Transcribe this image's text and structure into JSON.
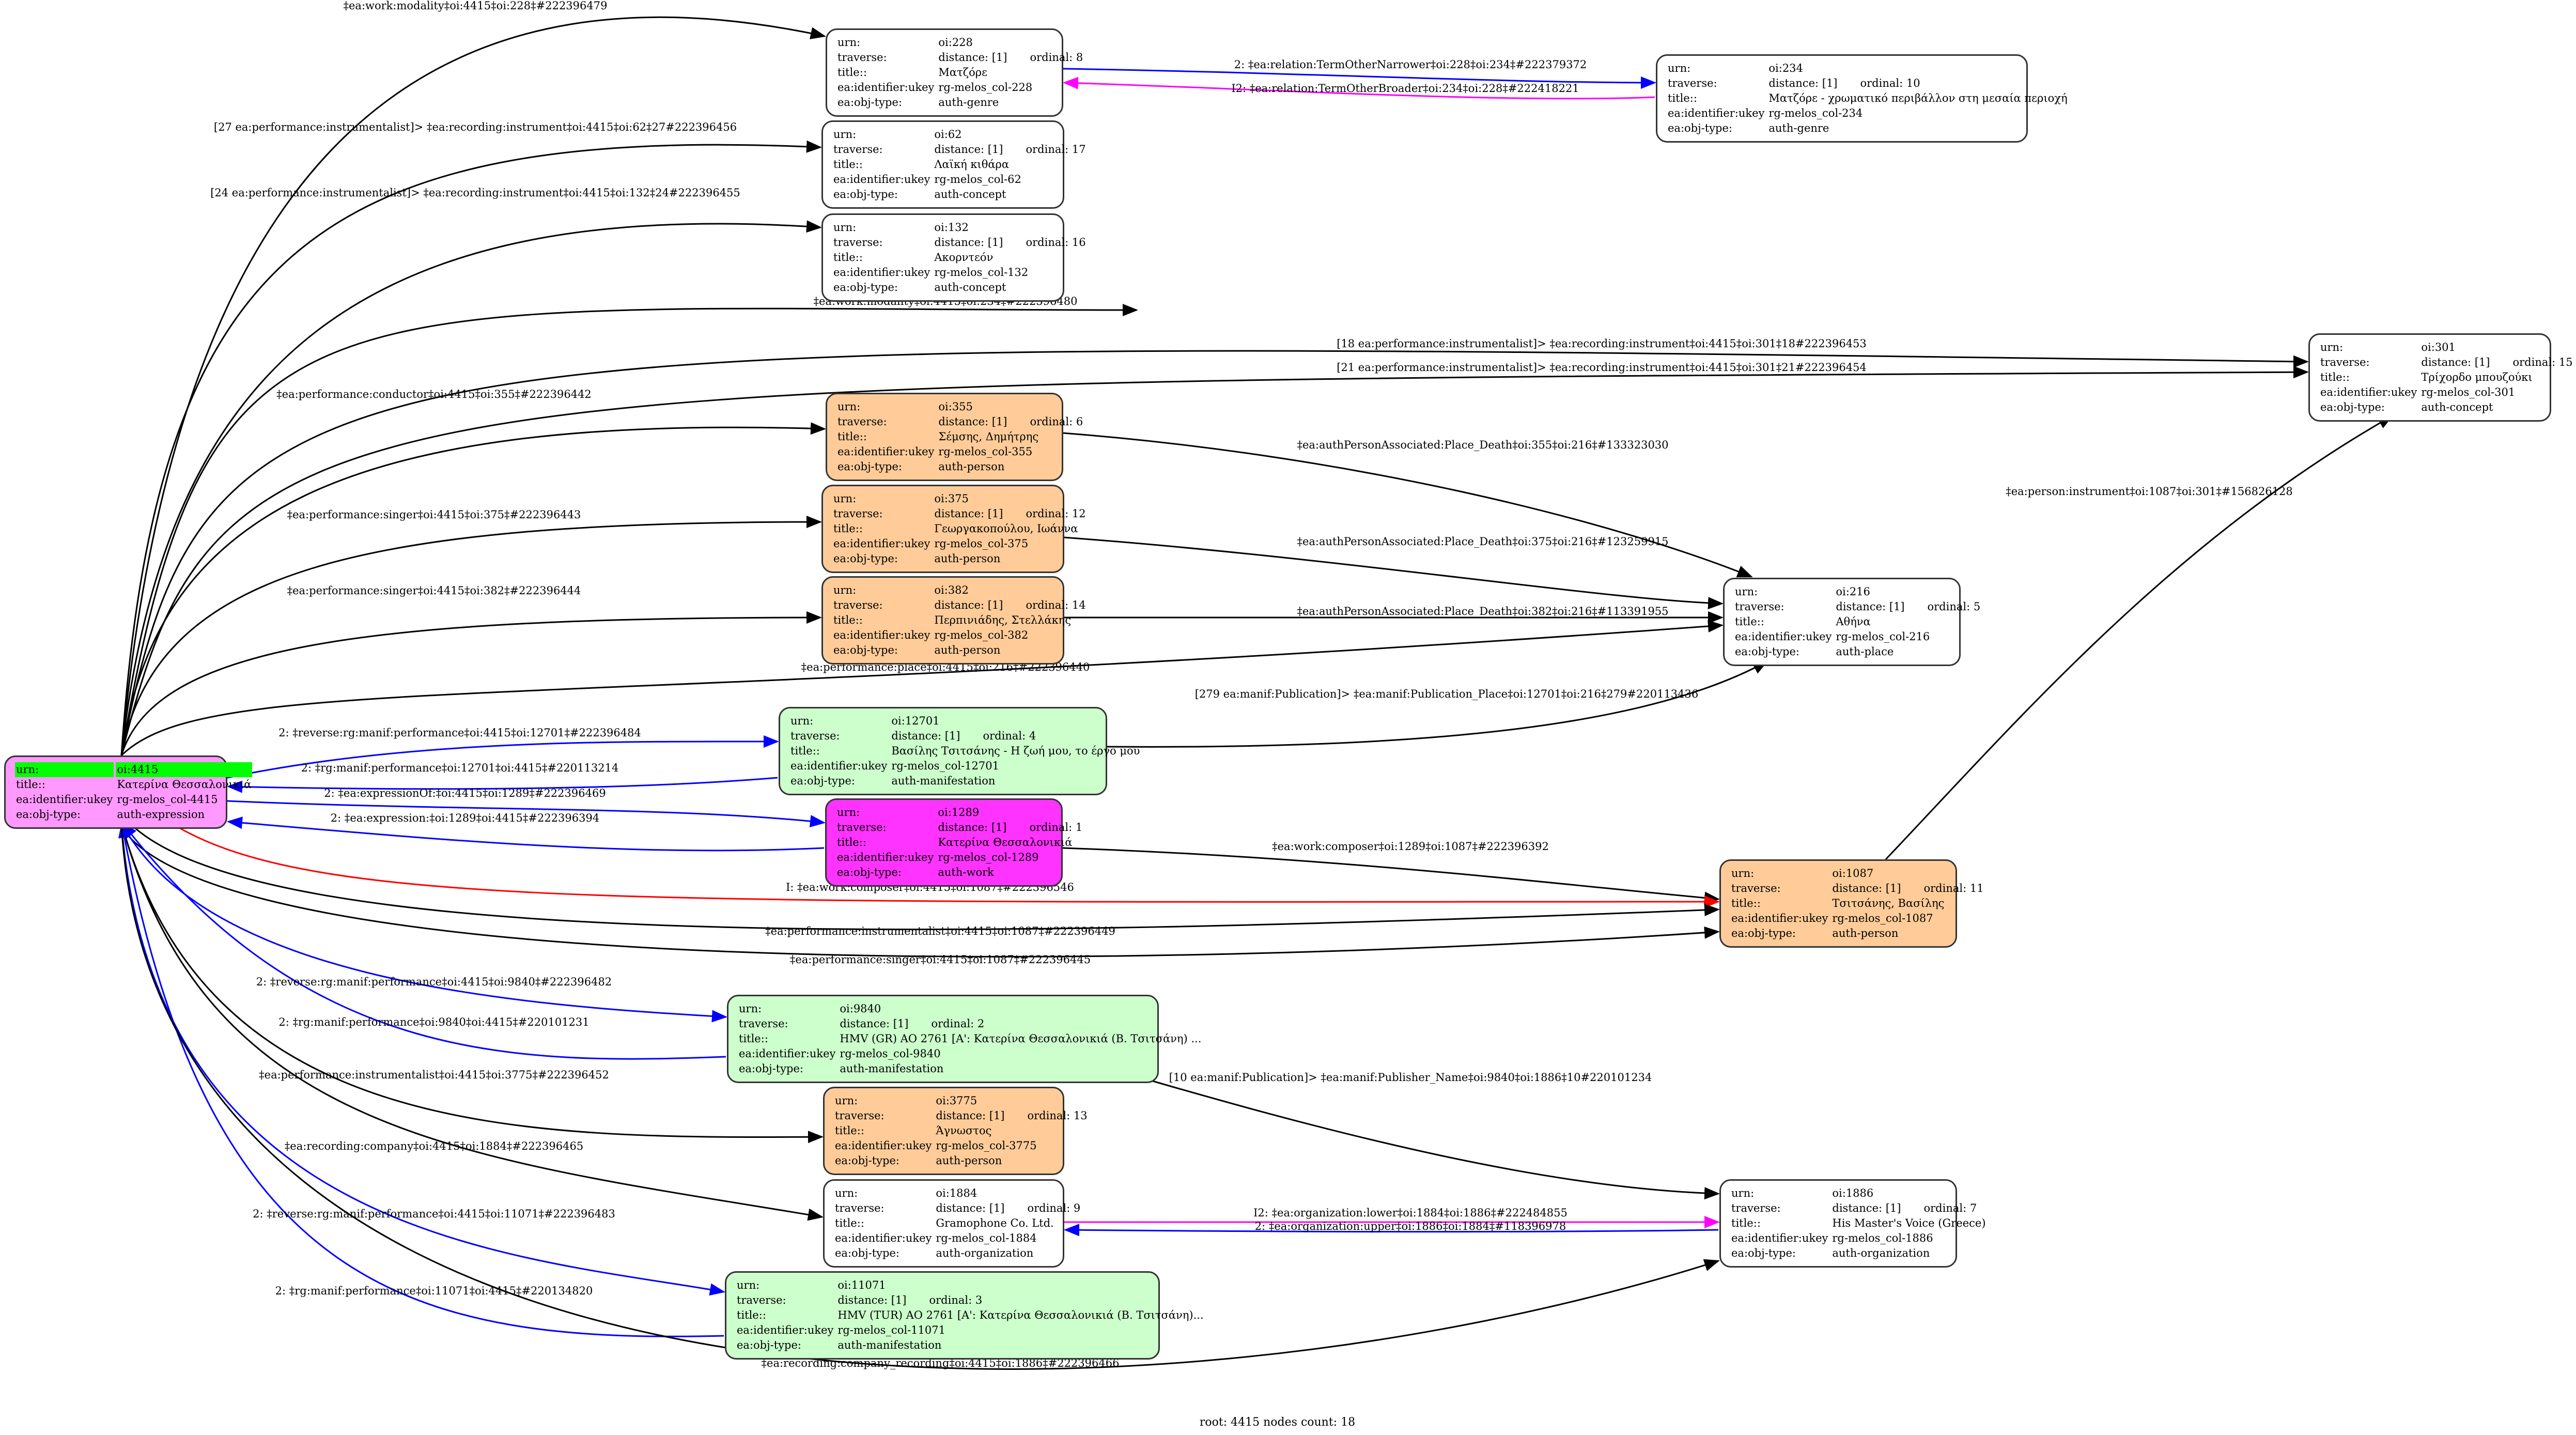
{
  "graph": {
    "footer": "root: 4415 nodes count: 18",
    "field_labels": {
      "urn": "urn:",
      "traverse": "traverse:",
      "title": "title::",
      "ukey": "ea:identifier:ukey",
      "objtype": "ea:obj-type:"
    },
    "colors": {
      "auth-person": "#ffcc99",
      "auth-manifestation": "#ccffcc",
      "auth-work": "#ff33ff",
      "auth-expression": "#ff99ff",
      "root-highlight": "#00ff00",
      "default": "#ffffff",
      "edge-black": "#000000",
      "edge-blue": "#0000ff",
      "edge-magenta": "#ff00ff",
      "edge-red": "#ff0000"
    },
    "nodes": [
      {
        "id": "4415",
        "urn": "oi:4415",
        "title": "Κατερίνα Θεσσαλονικιά",
        "ukey": "rg-melos_col-4415",
        "objtype": "auth-expression",
        "root": true
      },
      {
        "id": "228",
        "urn": "oi:228",
        "distance": "distance: [1]",
        "ordinal": "ordinal: 8",
        "title": "Ματζόρε",
        "ukey": "rg-melos_col-228",
        "objtype": "auth-genre"
      },
      {
        "id": "234",
        "urn": "oi:234",
        "distance": "distance: [1]",
        "ordinal": "ordinal: 10",
        "title": "Ματζόρε - χρωματικό περιβάλλον στη μεσαία περιοχή",
        "ukey": "rg-melos_col-234",
        "objtype": "auth-genre"
      },
      {
        "id": "62",
        "urn": "oi:62",
        "distance": "distance: [1]",
        "ordinal": "ordinal: 17",
        "title": "Λαϊκή κιθάρα",
        "ukey": "rg-melos_col-62",
        "objtype": "auth-concept"
      },
      {
        "id": "132",
        "urn": "oi:132",
        "distance": "distance: [1]",
        "ordinal": "ordinal: 16",
        "title": "Ακορντεόν",
        "ukey": "rg-melos_col-132",
        "objtype": "auth-concept"
      },
      {
        "id": "301",
        "urn": "oi:301",
        "distance": "distance: [1]",
        "ordinal": "ordinal: 15",
        "title": "Τρίχορδο μπουζούκι",
        "ukey": "rg-melos_col-301",
        "objtype": "auth-concept"
      },
      {
        "id": "355",
        "urn": "oi:355",
        "distance": "distance: [1]",
        "ordinal": "ordinal: 6",
        "title": "Σέμσης, Δημήτρης",
        "ukey": "rg-melos_col-355",
        "objtype": "auth-person"
      },
      {
        "id": "375",
        "urn": "oi:375",
        "distance": "distance: [1]",
        "ordinal": "ordinal: 12",
        "title": "Γεωργακοπούλου, Ιωάννα",
        "ukey": "rg-melos_col-375",
        "objtype": "auth-person"
      },
      {
        "id": "382",
        "urn": "oi:382",
        "distance": "distance: [1]",
        "ordinal": "ordinal: 14",
        "title": "Περπινιάδης, Στελλάκης",
        "ukey": "rg-melos_col-382",
        "objtype": "auth-person"
      },
      {
        "id": "216",
        "urn": "oi:216",
        "distance": "distance: [1]",
        "ordinal": "ordinal: 5",
        "title": "Αθήνα",
        "ukey": "rg-melos_col-216",
        "objtype": "auth-place"
      },
      {
        "id": "12701",
        "urn": "oi:12701",
        "distance": "distance: [1]",
        "ordinal": "ordinal: 4",
        "title": "Βασίλης Τσιτσάνης - Η ζωή μου, το έργο μου",
        "ukey": "rg-melos_col-12701",
        "objtype": "auth-manifestation"
      },
      {
        "id": "1289",
        "urn": "oi:1289",
        "distance": "distance: [1]",
        "ordinal": "ordinal: 1",
        "title": "Κατερίνα Θεσσαλονικιά",
        "ukey": "rg-melos_col-1289",
        "objtype": "auth-work"
      },
      {
        "id": "1087",
        "urn": "oi:1087",
        "distance": "distance: [1]",
        "ordinal": "ordinal: 11",
        "title": "Τσιτσάνης, Βασίλης",
        "ukey": "rg-melos_col-1087",
        "objtype": "auth-person"
      },
      {
        "id": "9840",
        "urn": "oi:9840",
        "distance": "distance: [1]",
        "ordinal": "ordinal: 2",
        "title": "HMV (GR) AO 2761 [A': Κατερίνα Θεσσαλονικιά (Β. Τσιτσάνη) ...",
        "ukey": "rg-melos_col-9840",
        "objtype": "auth-manifestation"
      },
      {
        "id": "3775",
        "urn": "oi:3775",
        "distance": "distance: [1]",
        "ordinal": "ordinal: 13",
        "title": "Άγνωστος",
        "ukey": "rg-melos_col-3775",
        "objtype": "auth-person"
      },
      {
        "id": "1884",
        "urn": "oi:1884",
        "distance": "distance: [1]",
        "ordinal": "ordinal: 9",
        "title": "Gramophone Co. Ltd.",
        "ukey": "rg-melos_col-1884",
        "objtype": "auth-organization"
      },
      {
        "id": "11071",
        "urn": "oi:11071",
        "distance": "distance: [1]",
        "ordinal": "ordinal: 3",
        "title": "HMV (TUR) AO 2761 [A': Κατερίνα Θεσσαλονικιά (Β. Τσιτσάνη)...",
        "ukey": "rg-melos_col-11071",
        "objtype": "auth-manifestation"
      },
      {
        "id": "1886",
        "urn": "oi:1886",
        "distance": "distance: [1]",
        "ordinal": "ordinal: 7",
        "title": "His Master's Voice (Greece)",
        "ukey": "rg-melos_col-1886",
        "objtype": "auth-organization"
      }
    ],
    "edges": [
      {
        "from": "4415",
        "to": "228",
        "color": "edge-black",
        "label": "‡ea:work:modality‡oi:4415‡oi:228‡#222396479"
      },
      {
        "from": "228",
        "to": "234",
        "color": "edge-blue",
        "label": "2: ‡ea:relation:TermOtherNarrower‡oi:228‡oi:234‡#222379372"
      },
      {
        "from": "234",
        "to": "228",
        "color": "edge-magenta",
        "label": "I2: ‡ea:relation:TermOtherBroader‡oi:234‡oi:228‡#222418221"
      },
      {
        "from": "4415",
        "to": "62",
        "color": "edge-black",
        "label": "[27 ea:performance:instrumentalist]> ‡ea:recording:instrument‡oi:4415‡oi:62‡27#222396456"
      },
      {
        "from": "4415",
        "to": "132",
        "color": "edge-black",
        "label": "[24 ea:performance:instrumentalist]> ‡ea:recording:instrument‡oi:4415‡oi:132‡24#222396455"
      },
      {
        "from": "4415",
        "to": "234",
        "color": "edge-black",
        "label": "‡ea:work:modality‡oi:4415‡oi:234‡#222396480"
      },
      {
        "from": "4415",
        "to": "301",
        "color": "edge-black",
        "label": "[18 ea:performance:instrumentalist]> ‡ea:recording:instrument‡oi:4415‡oi:301‡18#222396453"
      },
      {
        "from": "4415",
        "to": "301",
        "color": "edge-black",
        "label": "[21 ea:performance:instrumentalist]> ‡ea:recording:instrument‡oi:4415‡oi:301‡21#222396454"
      },
      {
        "from": "4415",
        "to": "355",
        "color": "edge-black",
        "label": "‡ea:performance:conductor‡oi:4415‡oi:355‡#222396442"
      },
      {
        "from": "355",
        "to": "216",
        "color": "edge-black",
        "label": "‡ea:authPersonAssociated:Place_Death‡oi:355‡oi:216‡#133323030"
      },
      {
        "from": "4415",
        "to": "375",
        "color": "edge-black",
        "label": "‡ea:performance:singer‡oi:4415‡oi:375‡#222396443"
      },
      {
        "from": "375",
        "to": "216",
        "color": "edge-black",
        "label": "‡ea:authPersonAssociated:Place_Death‡oi:375‡oi:216‡#123259915"
      },
      {
        "from": "4415",
        "to": "382",
        "color": "edge-black",
        "label": "‡ea:performance:singer‡oi:4415‡oi:382‡#222396444"
      },
      {
        "from": "382",
        "to": "216",
        "color": "edge-black",
        "label": "‡ea:authPersonAssociated:Place_Death‡oi:382‡oi:216‡#113391955"
      },
      {
        "from": "4415",
        "to": "216",
        "color": "edge-black",
        "label": "‡ea:performance:place‡oi:4415‡oi:216‡#222396440"
      },
      {
        "from": "12701",
        "to": "216",
        "color": "edge-black",
        "label": "[279 ea:manif:Publication]> ‡ea:manif:Publication_Place‡oi:12701‡oi:216‡279#220113436"
      },
      {
        "from": "1087",
        "to": "301",
        "color": "edge-black",
        "label": "‡ea:person:instrument‡oi:1087‡oi:301‡#156826128"
      },
      {
        "from": "4415",
        "to": "12701",
        "color": "edge-blue",
        "label": "2: ‡reverse:rg:manif:performance‡oi:4415‡oi:12701‡#222396484"
      },
      {
        "from": "12701",
        "to": "4415",
        "color": "edge-blue",
        "label": "2: ‡rg:manif:performance‡oi:12701‡oi:4415‡#220113214"
      },
      {
        "from": "4415",
        "to": "1289",
        "color": "edge-blue",
        "label": "2: ‡ea:expressionOf:‡oi:4415‡oi:1289‡#222396469"
      },
      {
        "from": "1289",
        "to": "4415",
        "color": "edge-blue",
        "label": "2: ‡ea:expression:‡oi:1289‡oi:4415‡#222396394"
      },
      {
        "from": "1289",
        "to": "1087",
        "color": "edge-black",
        "label": "‡ea:work:composer‡oi:1289‡oi:1087‡#222396392"
      },
      {
        "from": "4415",
        "to": "1087",
        "color": "edge-red",
        "label": "I: ‡ea:work:composer‡oi:4415‡oi:1087‡#222396546"
      },
      {
        "from": "4415",
        "to": "1087",
        "color": "edge-black",
        "label": "‡ea:performance:instrumentalist‡oi:4415‡oi:1087‡#222396449"
      },
      {
        "from": "4415",
        "to": "1087",
        "color": "edge-black",
        "label": "‡ea:performance:singer‡oi:4415‡oi:1087‡#222396445"
      },
      {
        "from": "4415",
        "to": "9840",
        "color": "edge-blue",
        "label": "2: ‡reverse:rg:manif:performance‡oi:4415‡oi:9840‡#222396482"
      },
      {
        "from": "9840",
        "to": "4415",
        "color": "edge-blue",
        "label": "2: ‡rg:manif:performance‡oi:9840‡oi:4415‡#220101231"
      },
      {
        "from": "9840",
        "to": "1886",
        "color": "edge-black",
        "label": "[10 ea:manif:Publication]> ‡ea:manif:Publisher_Name‡oi:9840‡oi:1886‡10#220101234"
      },
      {
        "from": "4415",
        "to": "3775",
        "color": "edge-black",
        "label": "‡ea:performance:instrumentalist‡oi:4415‡oi:3775‡#222396452"
      },
      {
        "from": "4415",
        "to": "1884",
        "color": "edge-black",
        "label": "‡ea:recording:company‡oi:4415‡oi:1884‡#222396465"
      },
      {
        "from": "1884",
        "to": "1886",
        "color": "edge-magenta",
        "label": "I2: ‡ea:organization:lower‡oi:1884‡oi:1886‡#222484855"
      },
      {
        "from": "1886",
        "to": "1884",
        "color": "edge-blue",
        "label": "2: ‡ea:organization:upper‡oi:1886‡oi:1884‡#118396978"
      },
      {
        "from": "4415",
        "to": "11071",
        "color": "edge-blue",
        "label": "2: ‡reverse:rg:manif:performance‡oi:4415‡oi:11071‡#222396483"
      },
      {
        "from": "11071",
        "to": "4415",
        "color": "edge-blue",
        "label": "2: ‡rg:manif:performance‡oi:11071‡oi:4415‡#220134820"
      },
      {
        "from": "4415",
        "to": "1886",
        "color": "edge-black",
        "label": "‡ea:recording:company_recording‡oi:4415‡oi:1886‡#222396466"
      }
    ]
  }
}
